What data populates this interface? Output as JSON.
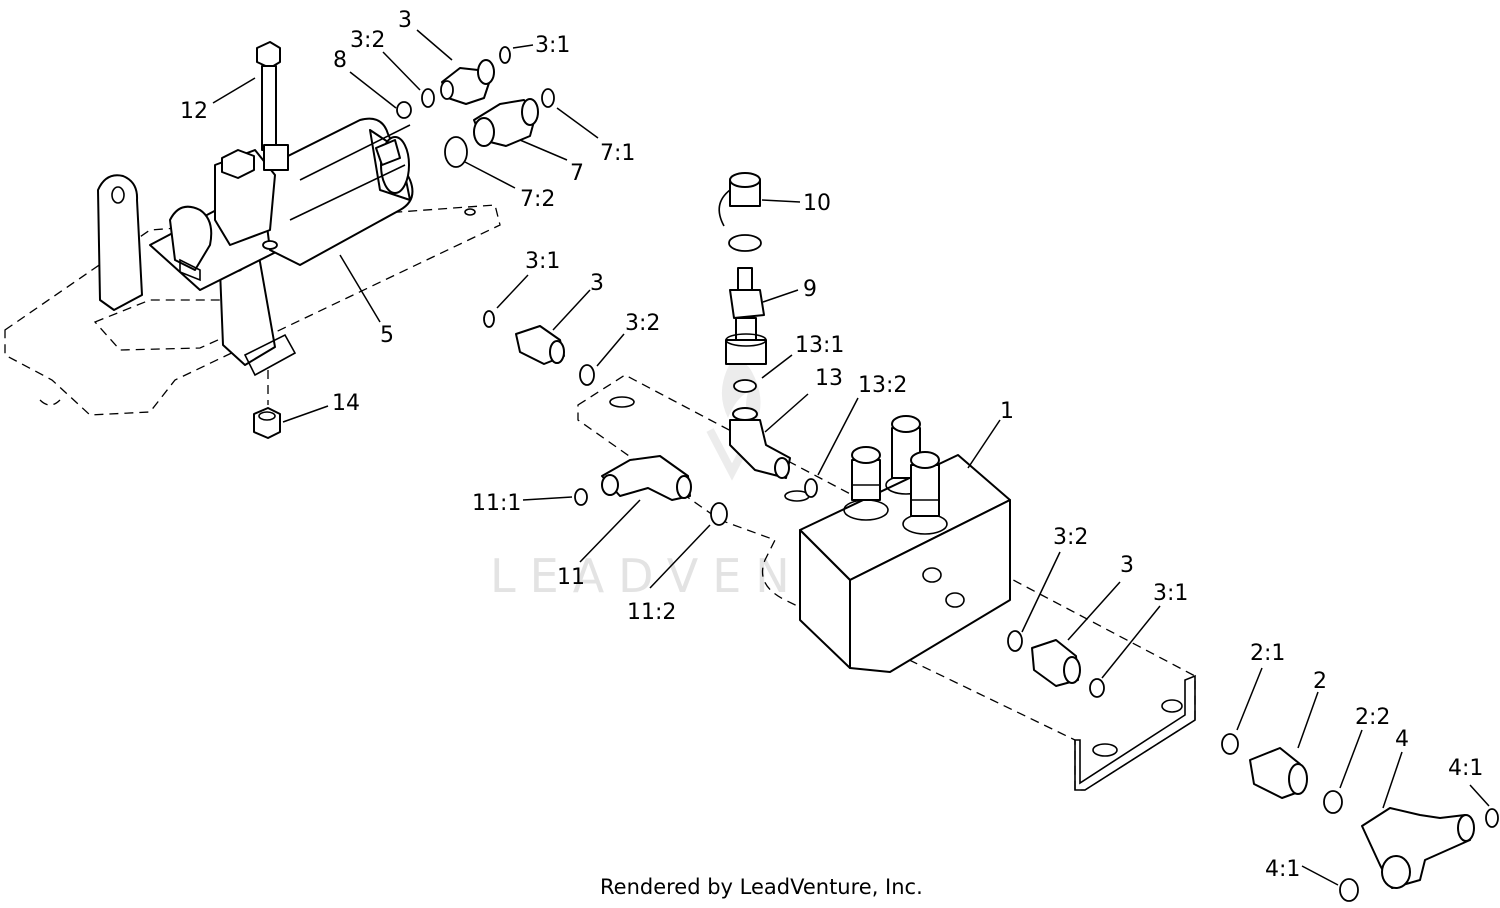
{
  "watermark": "LEADVENTURE",
  "credit": "Rendered by LeadVenture, Inc.",
  "callouts": [
    {
      "id": "c-3-top",
      "text": "3"
    },
    {
      "id": "c-3-1-top",
      "text": "3:1"
    },
    {
      "id": "c-3-2-top",
      "text": "3:2"
    },
    {
      "id": "c-8",
      "text": "8"
    },
    {
      "id": "c-12",
      "text": "12"
    },
    {
      "id": "c-7-1",
      "text": "7:1"
    },
    {
      "id": "c-7",
      "text": "7"
    },
    {
      "id": "c-7-2",
      "text": "7:2"
    },
    {
      "id": "c-10",
      "text": "10"
    },
    {
      "id": "c-5",
      "text": "5"
    },
    {
      "id": "c-9",
      "text": "9"
    },
    {
      "id": "c-3-1-mid",
      "text": "3:1"
    },
    {
      "id": "c-3-mid",
      "text": "3"
    },
    {
      "id": "c-3-2-mid",
      "text": "3:2"
    },
    {
      "id": "c-13-1",
      "text": "13:1"
    },
    {
      "id": "c-13",
      "text": "13"
    },
    {
      "id": "c-13-2",
      "text": "13:2"
    },
    {
      "id": "c-14",
      "text": "14"
    },
    {
      "id": "c-1",
      "text": "1"
    },
    {
      "id": "c-11-1",
      "text": "11:1"
    },
    {
      "id": "c-11",
      "text": "11"
    },
    {
      "id": "c-11-2",
      "text": "11:2"
    },
    {
      "id": "c-3-2-low",
      "text": "3:2"
    },
    {
      "id": "c-3-low",
      "text": "3"
    },
    {
      "id": "c-3-1-low",
      "text": "3:1"
    },
    {
      "id": "c-2-1",
      "text": "2:1"
    },
    {
      "id": "c-2",
      "text": "2"
    },
    {
      "id": "c-2-2",
      "text": "2:2"
    },
    {
      "id": "c-4",
      "text": "4"
    },
    {
      "id": "c-4-1-right",
      "text": "4:1"
    },
    {
      "id": "c-4-1-bottom",
      "text": "4:1"
    }
  ]
}
